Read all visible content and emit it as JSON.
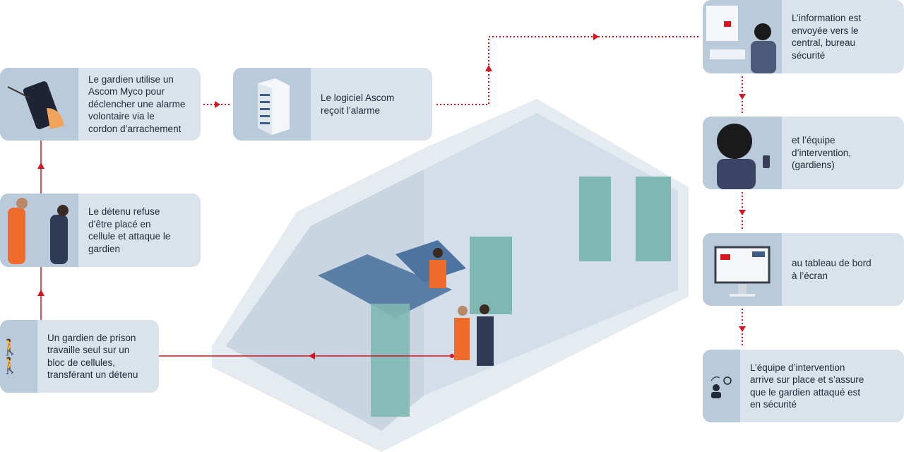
{
  "steps": {
    "guard_alone": "Un gardien de prison\ntravaille seul sur un\nbloc de cellules,\ntransférant un détenu",
    "detainee_refuses": "Le détenu refuse\nd’être placé en\ncellule et attaque le\ngardien",
    "guard_alarm": "Le gardien utilise un\nAscom Myco pour\ndéclencher une alarme\nvolontaire via le\ncordon d’arrachement",
    "software": "Le logiciel Ascom\nreçoit l’alarme",
    "security_office": "L’information est\nenvoyée vers le\ncentral, bureau\nsécurité",
    "intervention_team": "et l’équipe\nd’intervention,\n(gardiens)",
    "dashboard": "au tableau de bord\nà l’écran",
    "team_arrives": "L’équipe d’intervention\narrive sur place et s’assure\nque le gardien attaqué est\nen sécurité"
  },
  "colors": {
    "accent": "#d7141f",
    "box": "#dae3ec",
    "box_dark": "#b9cadb"
  }
}
